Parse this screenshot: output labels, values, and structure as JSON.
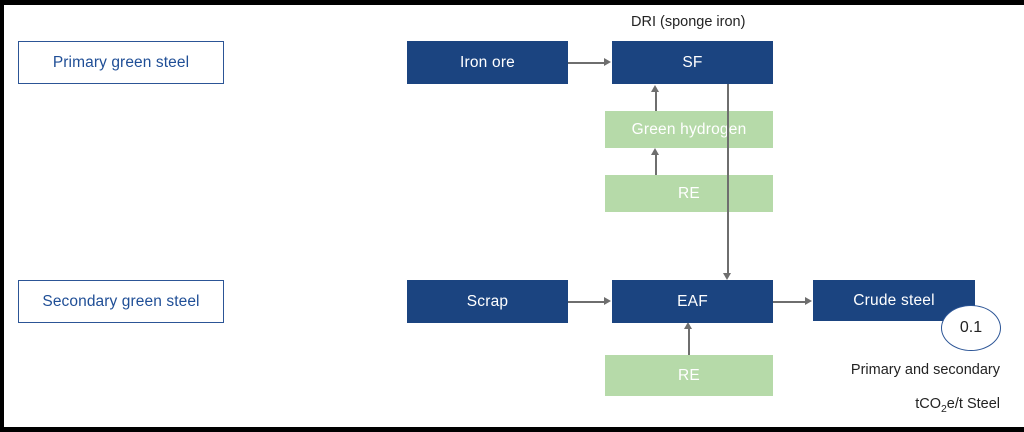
{
  "diagram": {
    "title_hidden": "",
    "colors": {
      "blue": "#1b4480",
      "green": "#b6daa9",
      "outline_blue": "#2c5596",
      "connector_grey": "#6e6e6e",
      "text_dark": "#232323",
      "background": "#ffffff"
    },
    "categories": [
      {
        "id": "primary",
        "label": "Primary green steel"
      },
      {
        "id": "secondary",
        "label": "Secondary green steel"
      }
    ],
    "nodes": [
      {
        "id": "iron-ore",
        "label": "Iron ore",
        "fill": "blue"
      },
      {
        "id": "sf",
        "label": "SF",
        "fill": "blue"
      },
      {
        "id": "green-hydrogen",
        "label": "Green hydrogen",
        "fill": "green"
      },
      {
        "id": "re-top",
        "label": "RE",
        "fill": "green"
      },
      {
        "id": "scrap",
        "label": "Scrap",
        "fill": "blue"
      },
      {
        "id": "eaf",
        "label": "EAF",
        "fill": "blue"
      },
      {
        "id": "re-bottom",
        "label": "RE",
        "fill": "green"
      },
      {
        "id": "crude-steel",
        "label": "Crude steel",
        "fill": "blue"
      }
    ],
    "annotations": {
      "dri_label": "DRI (sponge iron)",
      "scope_label": "Primary and secondary"
    },
    "unit_label": {
      "prefix": "tCO",
      "subscript": "2",
      "suffix": "e/t Steel"
    },
    "kpi": {
      "value": "0.1"
    }
  }
}
